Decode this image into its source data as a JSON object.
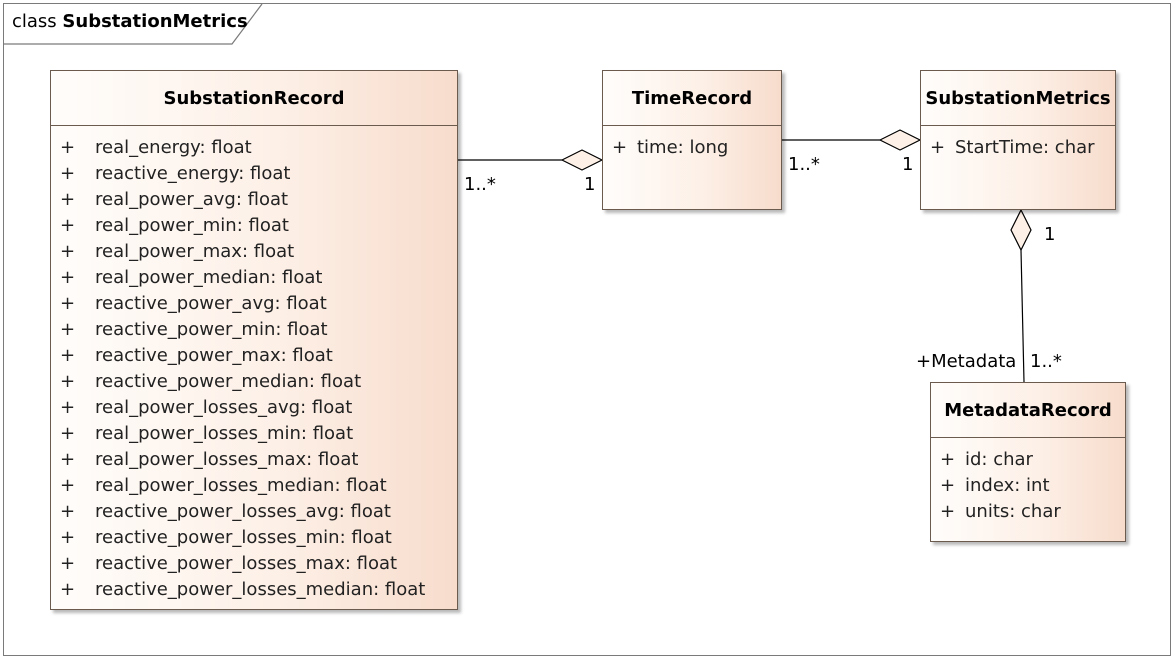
{
  "frame": {
    "keyword": "class",
    "name": "SubstationMetrics"
  },
  "classes": {
    "substation_record": {
      "name": "SubstationRecord",
      "attributes": [
        {
          "vis": "+",
          "text": "real_energy: float"
        },
        {
          "vis": "+",
          "text": "reactive_energy: float"
        },
        {
          "vis": "+",
          "text": "real_power_avg: float"
        },
        {
          "vis": "+",
          "text": "real_power_min: float"
        },
        {
          "vis": "+",
          "text": "real_power_max: float"
        },
        {
          "vis": "+",
          "text": "real_power_median: float"
        },
        {
          "vis": "+",
          "text": "reactive_power_avg: float"
        },
        {
          "vis": "+",
          "text": "reactive_power_min: float"
        },
        {
          "vis": "+",
          "text": "reactive_power_max: float"
        },
        {
          "vis": "+",
          "text": "reactive_power_median: float"
        },
        {
          "vis": "+",
          "text": "real_power_losses_avg: float"
        },
        {
          "vis": "+",
          "text": "real_power_losses_min: float"
        },
        {
          "vis": "+",
          "text": "real_power_losses_max: float"
        },
        {
          "vis": "+",
          "text": "real_power_losses_median: float"
        },
        {
          "vis": "+",
          "text": "reactive_power_losses_avg: float"
        },
        {
          "vis": "+",
          "text": "reactive_power_losses_min: float"
        },
        {
          "vis": "+",
          "text": "reactive_power_losses_max: float"
        },
        {
          "vis": "+",
          "text": "reactive_power_losses_median: float"
        }
      ]
    },
    "time_record": {
      "name": "TimeRecord",
      "attributes": [
        {
          "vis": "+",
          "text": "time: long"
        }
      ]
    },
    "substation_metrics": {
      "name": "SubstationMetrics",
      "attributes": [
        {
          "vis": "+",
          "text": "StartTime: char"
        }
      ]
    },
    "metadata_record": {
      "name": "MetadataRecord",
      "attributes": [
        {
          "vis": "+",
          "text": "id: char"
        },
        {
          "vis": "+",
          "text": "index: int"
        },
        {
          "vis": "+",
          "text": "units: char"
        }
      ]
    }
  },
  "associations": {
    "record_to_time": {
      "source_mult": "1..*",
      "target_mult": "1"
    },
    "time_to_metrics": {
      "source_mult": "1..*",
      "target_mult": "1"
    },
    "metadata_to_metrics": {
      "role": "+Metadata",
      "source_mult": "1..*",
      "target_mult": "1"
    }
  }
}
